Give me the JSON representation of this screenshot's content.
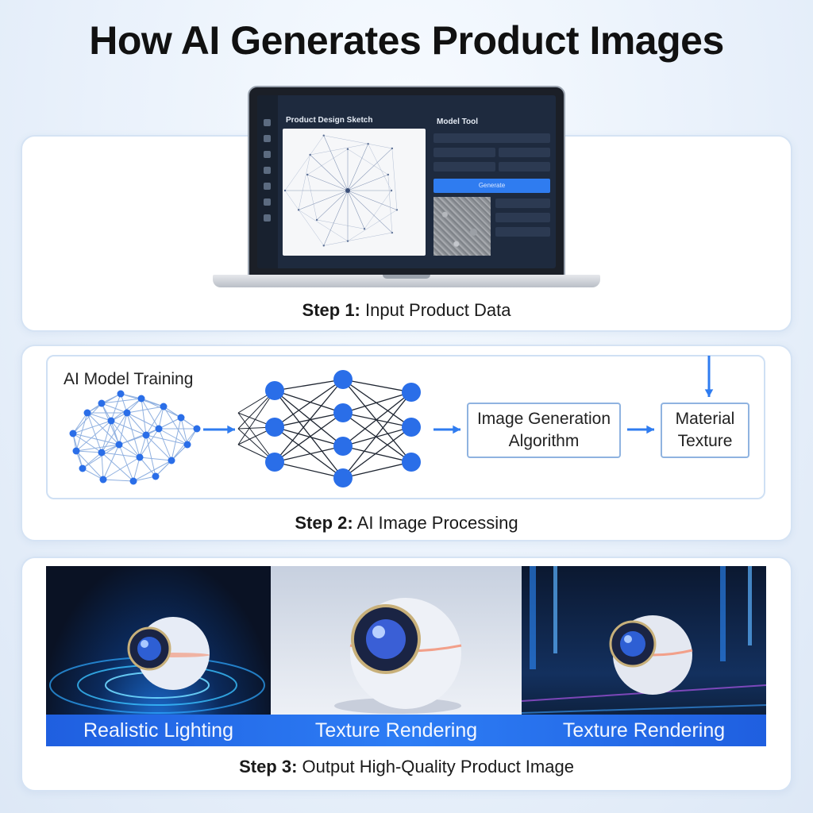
{
  "title": "How AI Generates Product Images",
  "step1": {
    "label_prefix": "Step 1:",
    "label_text": "Input Product Data",
    "screen": {
      "canvas_title": "Product Design Sketch",
      "tool_title": "Model Tool",
      "button_label": "Generate"
    }
  },
  "step2": {
    "label_prefix": "Step 2:",
    "label_text": "AI Image Processing",
    "model_label": "AI Model Training",
    "algorithm_box": [
      "Image Generation",
      "Algorithm"
    ],
    "material_box": [
      "Material",
      "Texture"
    ]
  },
  "step3": {
    "label_prefix": "Step 3:",
    "label_text": "Output High-Quality Product Image",
    "captions": [
      "Realistic Lighting",
      "Texture Rendering",
      "Texture Rendering"
    ]
  },
  "colors": {
    "accent": "#2f7cf0",
    "node": "#2a6ee8",
    "line": "#1d2430",
    "panel_border": "#d5e3f4"
  }
}
